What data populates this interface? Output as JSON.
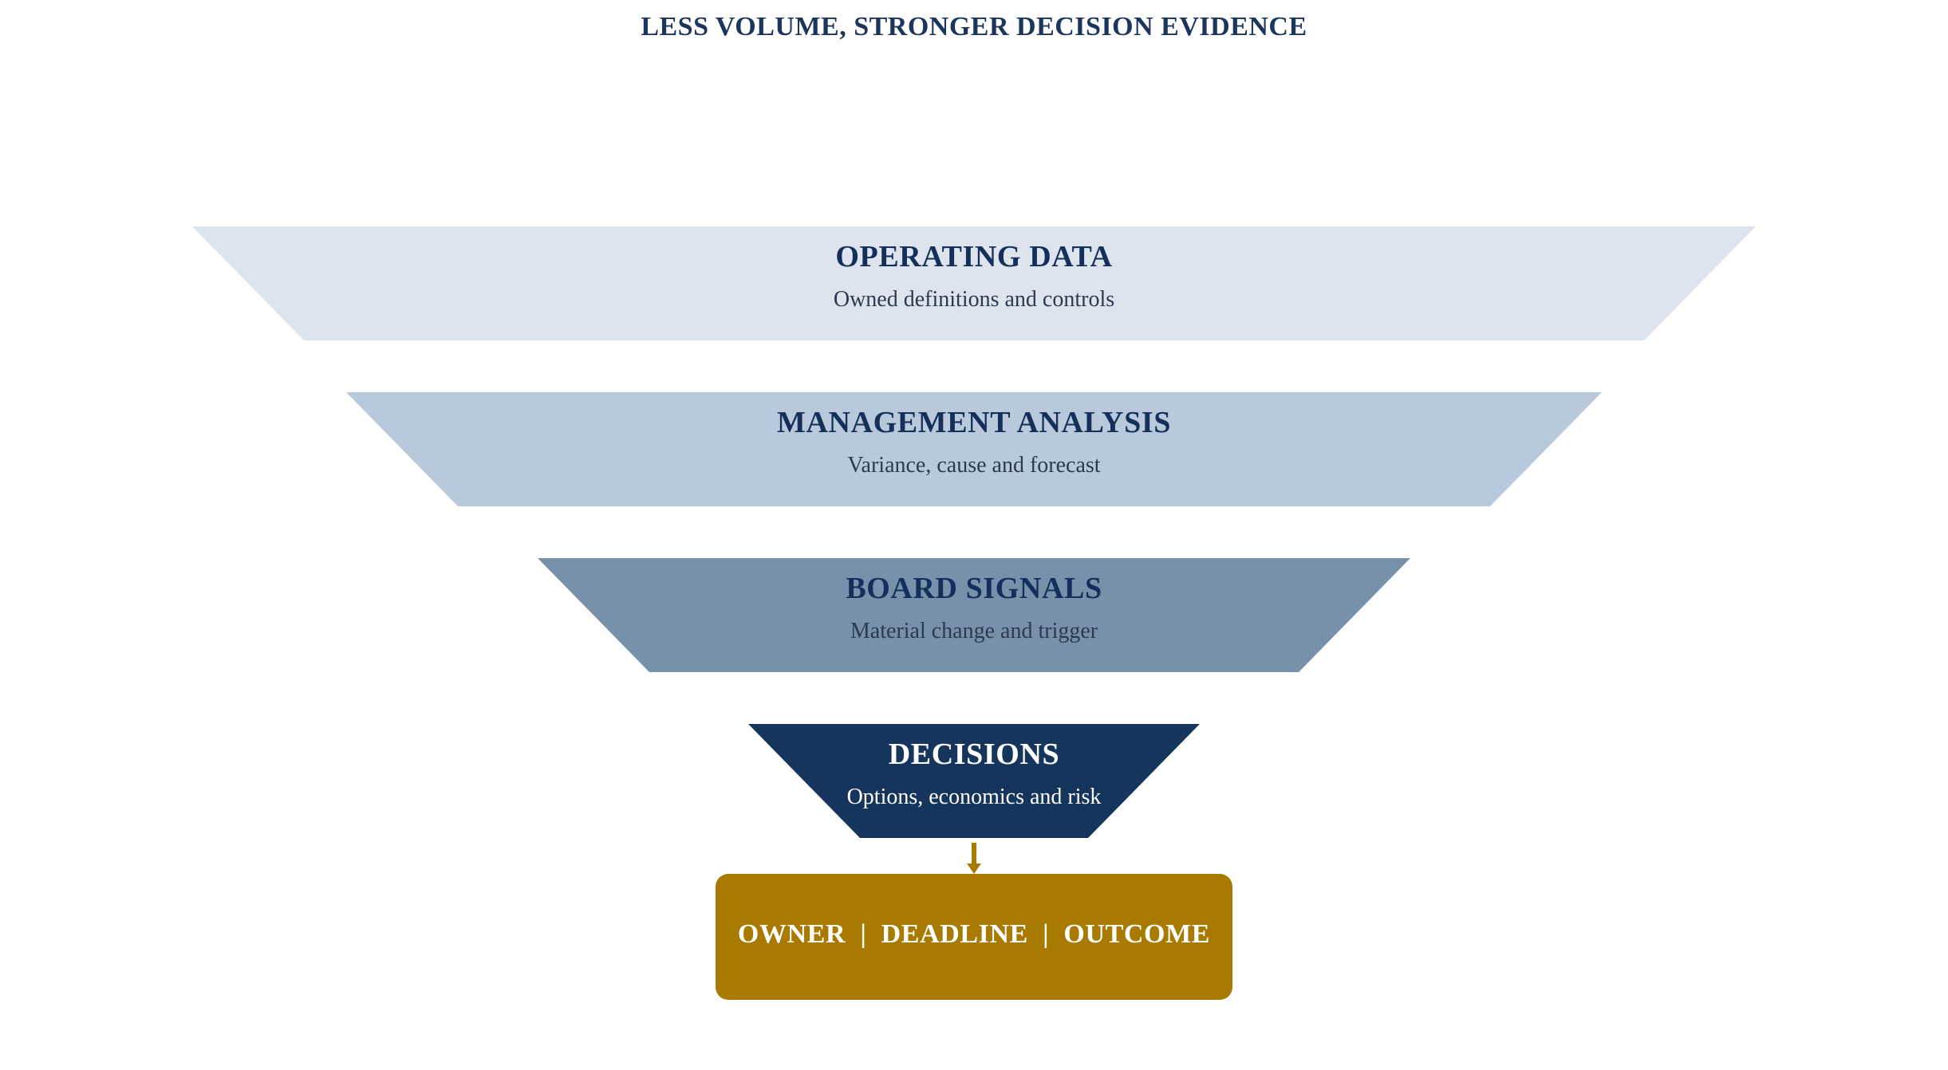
{
  "title": "LESS VOLUME, STRONGER DECISION EVIDENCE",
  "colors": {
    "title": "#1b355c",
    "tier_title_dark": "#14305a",
    "tier_sub_dark": "#2b3a4f",
    "tier_text_light": "#ffffff",
    "outcome_fill": "#a87a00",
    "outcome_text": "#ffffff",
    "arrow": "#a87a00"
  },
  "tiers": [
    {
      "title": "OPERATING DATA",
      "subtitle": "Owned definitions and controls",
      "fill": "#dde4ed"
    },
    {
      "title": "MANAGEMENT ANALYSIS",
      "subtitle": "Variance, cause and forecast",
      "fill": "#b9c9dc"
    },
    {
      "title": "BOARD SIGNALS",
      "subtitle": "Material change and trigger",
      "fill": "#7891aa"
    },
    {
      "title": "DECISIONS",
      "subtitle": "Options, economics and risk",
      "fill": "#16355c"
    }
  ],
  "outcome": {
    "label": "OWNER  |  DEADLINE  |  OUTCOME"
  }
}
